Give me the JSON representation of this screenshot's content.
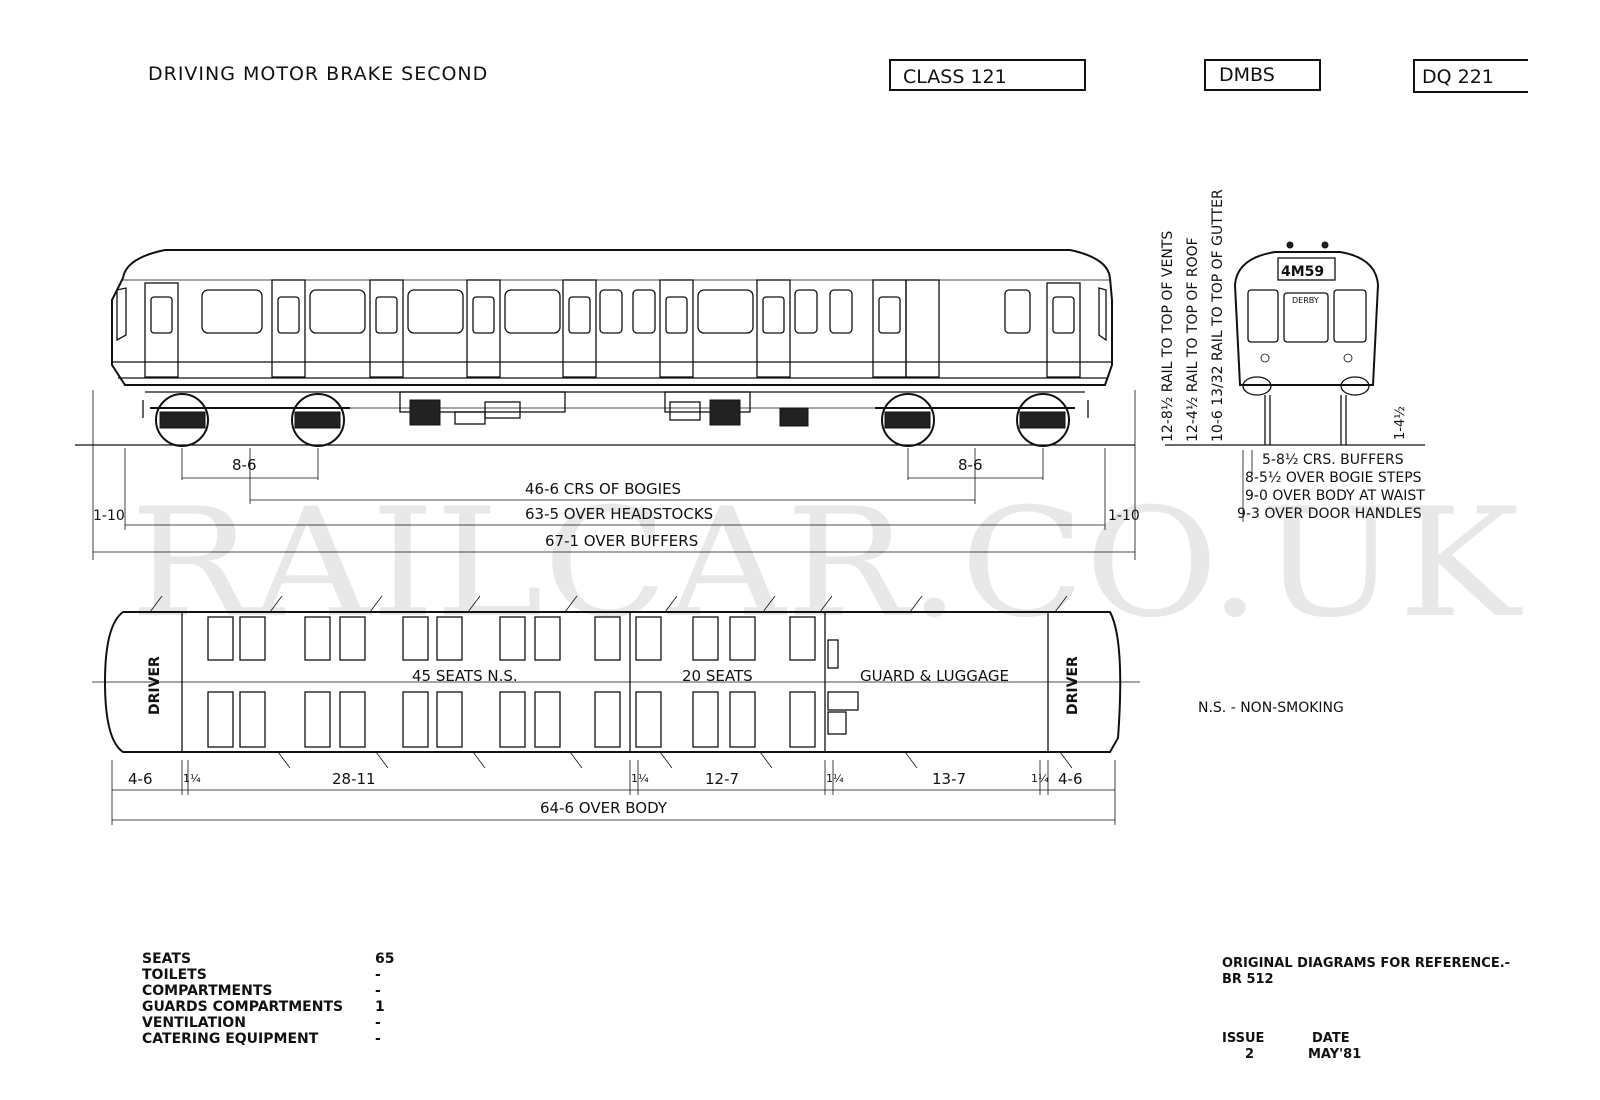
{
  "header": {
    "title": "DRIVING MOTOR BRAKE SECOND",
    "class_label": "CLASS 121",
    "type_code": "DMBS",
    "diagram_ref": "DQ 221"
  },
  "front_view": {
    "headcode": "4M59",
    "destination": "DERBY",
    "height_labels": [
      "12-8½ RAIL TO TOP OF VENTS",
      "12-4½ RAIL TO TOP OF ROOF",
      "10-6 13/32 RAIL TO TOP OF GUTTER"
    ],
    "small_dim": "1-4½",
    "width_labels": [
      "5-8½ CRS. BUFFERS",
      "8-5½ OVER BOGIE STEPS",
      "9-0 OVER BODY AT WAIST",
      "9-3 OVER DOOR HANDLES"
    ]
  },
  "side_dims": {
    "bogie_wheelbase_left": "8-6",
    "bogie_wheelbase_right": "8-6",
    "bogie_centres": "46-6 CRS OF BOGIES",
    "headstocks": "63-5 OVER HEADSTOCKS",
    "buffer_left": "1-10",
    "buffer_right": "1-10",
    "over_buffers": "67-1 OVER BUFFERS"
  },
  "plan": {
    "driver_left": "DRIVER",
    "driver_right": "DRIVER",
    "seats_ns": "45 SEATS  N.S.",
    "seats_20": "20 SEATS",
    "guard": "GUARD & LUGGAGE",
    "dims": [
      "4-6",
      "1¼",
      "28-11",
      "1¼",
      "12-7",
      "1¼",
      "13-7",
      "1¼",
      "4-6"
    ],
    "over_body": "64-6 OVER BODY"
  },
  "legend": {
    "ns": "N.S. - NON-SMOKING"
  },
  "watermark": "RAILCAR.CO.UK",
  "specs": [
    {
      "label": "SEATS",
      "value": "65"
    },
    {
      "label": "TOILETS",
      "value": "-"
    },
    {
      "label": "COMPARTMENTS",
      "value": "-"
    },
    {
      "label": "GUARDS COMPARTMENTS",
      "value": "1"
    },
    {
      "label": "VENTILATION",
      "value": "-"
    },
    {
      "label": "CATERING EQUIPMENT",
      "value": "-"
    }
  ],
  "reference": {
    "line1": "ORIGINAL DIAGRAMS FOR REFERENCE.-",
    "line2": "BR 512",
    "issue_label": "ISSUE",
    "date_label": "DATE",
    "issue_value": "2",
    "date_value": "MAY'81"
  }
}
